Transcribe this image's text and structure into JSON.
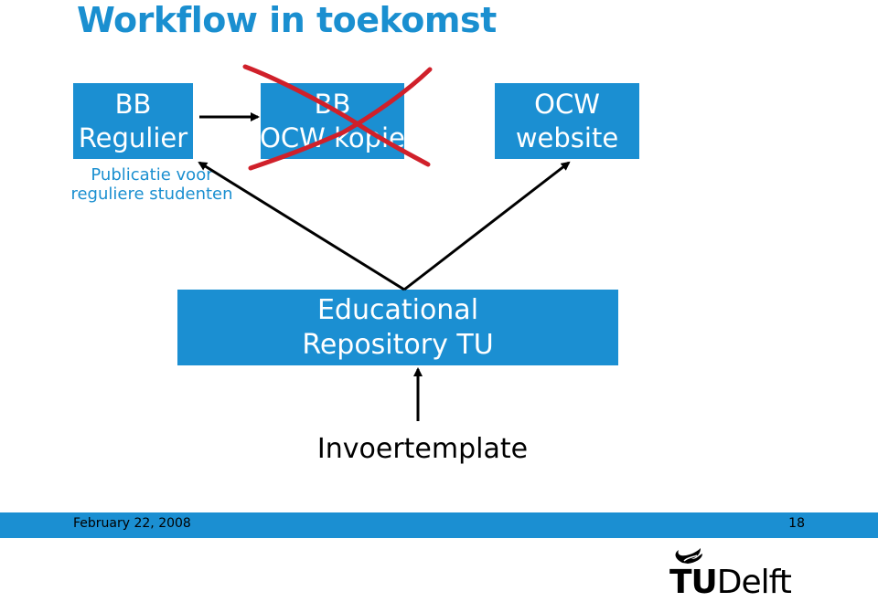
{
  "slide": {
    "title": "Workflow in toekomst"
  },
  "boxes": {
    "bb_regulier": {
      "line1": "BB",
      "line2": "Regulier"
    },
    "bb_ocw_kopie": {
      "line1": "BB",
      "line2": "OCW kopie",
      "crossed_out": true
    },
    "ocw_website": {
      "line1": "OCW",
      "line2": "website"
    },
    "repository": {
      "line1": "Educational",
      "line2": "Repository TU"
    }
  },
  "caption": {
    "line1": "Publicatie voor",
    "line2": "reguliere studenten"
  },
  "input": {
    "label": "Invoertemplate"
  },
  "footer": {
    "date": "February 22, 2008",
    "page": "18"
  },
  "logo": {
    "text_bold": "TU",
    "text_regular": "Delft"
  },
  "colors": {
    "accent": "#1b8fd2",
    "title": "#1a8fd0",
    "cross": "#d0202a"
  }
}
